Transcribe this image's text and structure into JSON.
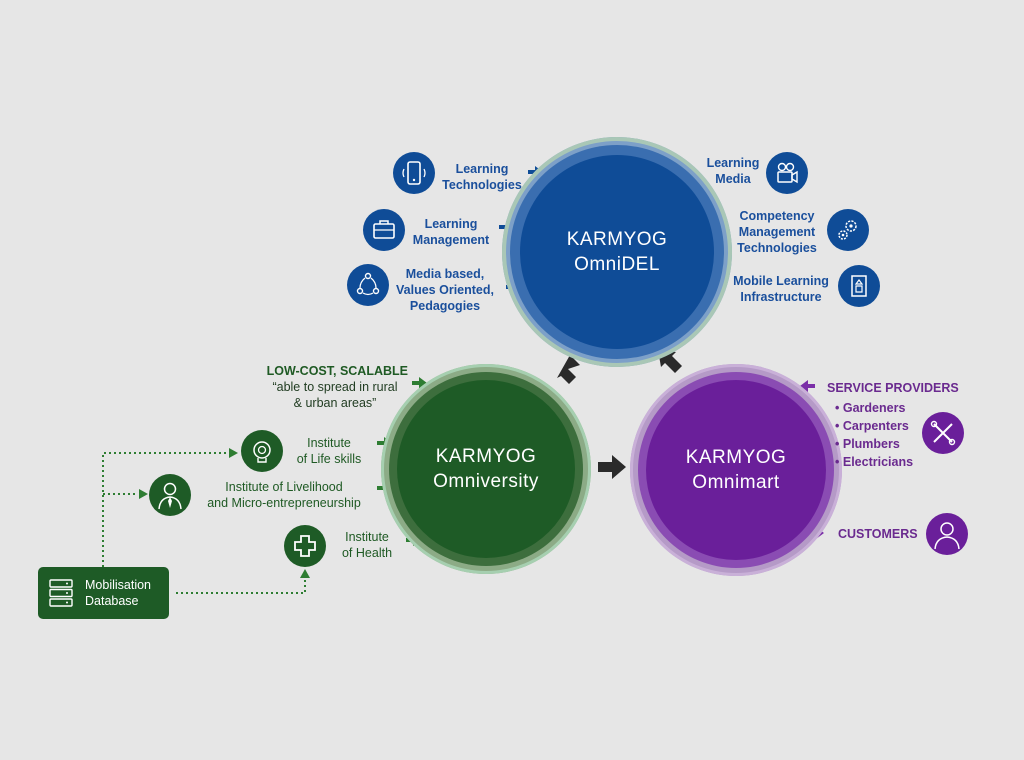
{
  "omnidel": {
    "line1": "KARMYOG",
    "line2": "OmniDEL"
  },
  "omniversity": {
    "line1": "KARMYOG",
    "line2": "Omniversity"
  },
  "omnimart": {
    "line1": "KARMYOG",
    "line2": "Omnimart"
  },
  "omnidel_inputs_left": [
    {
      "text": "Learning\nTechnologies",
      "icon": "smartphone-icon"
    },
    {
      "text": "Learning\nManagement",
      "icon": "briefcase-icon"
    },
    {
      "text": "Media based,\nValues Oriented,\nPedagogies",
      "icon": "cycle-icon"
    }
  ],
  "omnidel_inputs_right": [
    {
      "text": "Learning\nMedia",
      "icon": "video-camera-icon"
    },
    {
      "text": "Competency\nManagement\nTechnologies",
      "icon": "gears-icon"
    },
    {
      "text": "Mobile Learning\nInfrastructure",
      "icon": "building-icon"
    }
  ],
  "omniversity_inputs": {
    "low_cost_title": "LOW-COST, SCALABLE",
    "low_cost_desc": "“able to spread in rural\n& urban areas”",
    "life_skills": "Institute\nof Life skills",
    "livelihood": "Institute of Livelihood\nand Micro-entrepreneurship",
    "health": "Institute\nof Health"
  },
  "database": {
    "label": "Mobilisation\nDatabase",
    "icon": "server-icon"
  },
  "omnimart_side": {
    "service_providers_title": "SERVICE PROVIDERS",
    "service_providers": [
      "Gardeners",
      "Carpenters",
      "Plumbers",
      "Electricians"
    ],
    "customers_label": "CUSTOMERS"
  },
  "colors": {
    "background": "#e6e6e6",
    "blue": "#0f4c97",
    "green": "#1e5b26",
    "purple": "#6a1f9a",
    "purple_text": "#6a2a8f",
    "arrow_dark": "#2a2a2a"
  }
}
